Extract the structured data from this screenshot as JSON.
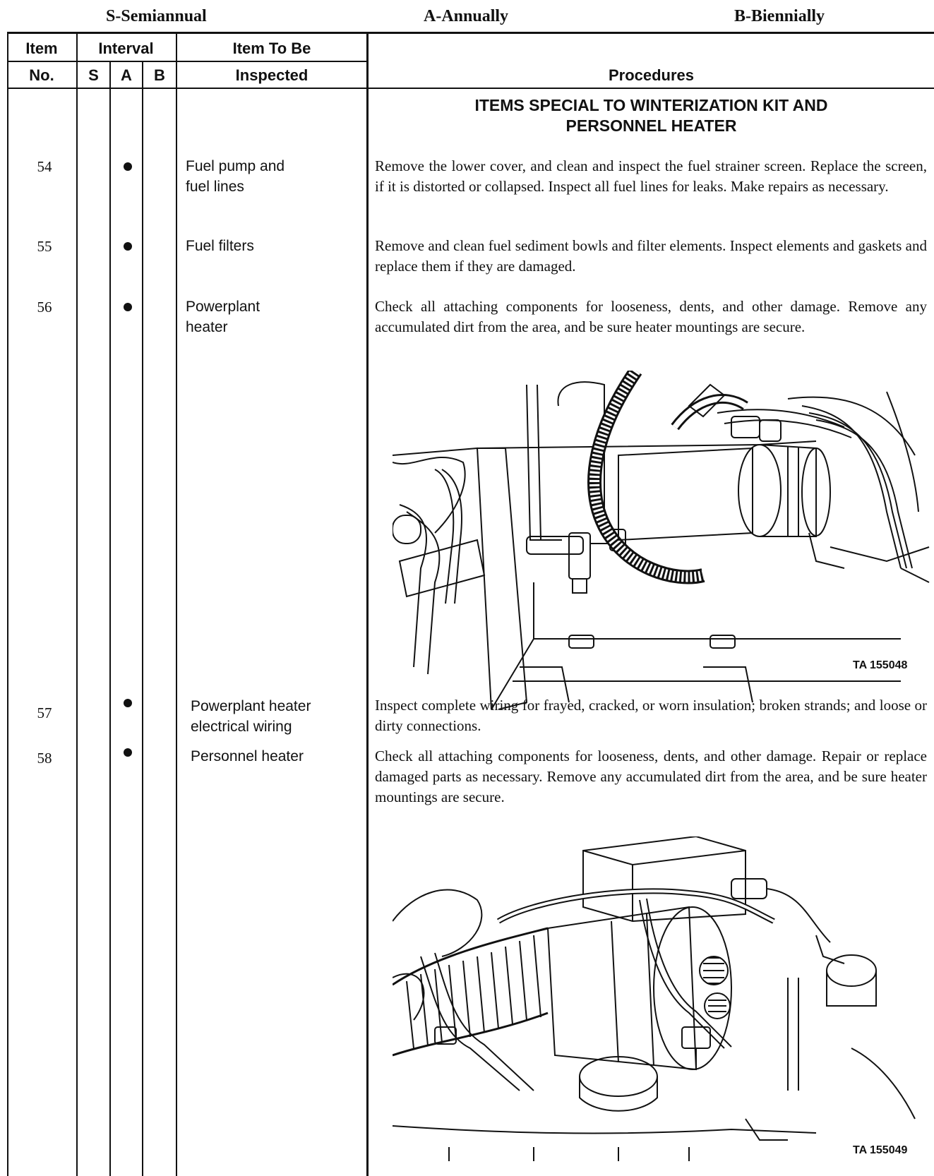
{
  "legend": {
    "semiannual": "S-Semiannual",
    "annually": "A-Annually",
    "biennially": "B-Biennially"
  },
  "table_header": {
    "item_line1": "Item",
    "item_line2": "No.",
    "interval": "Interval",
    "interval_s": "S",
    "interval_a": "A",
    "interval_b": "B",
    "inspected_line1": "Item To Be",
    "inspected_line2": "Inspected",
    "procedures": "Procedures"
  },
  "section_title_line1": "ITEMS SPECIAL TO WINTERIZATION KIT AND",
  "section_title_line2": "PERSONNEL HEATER",
  "rows": [
    {
      "no": "54",
      "name_line1": "Fuel pump and",
      "name_line2": "fuel lines",
      "procedure": "Remove the lower cover, and clean and inspect the fuel strainer screen. Replace the screen, if it is distorted or collapsed. Inspect all fuel lines for leaks. Make repairs as necessary."
    },
    {
      "no": "55",
      "name_line1": "Fuel filters",
      "name_line2": "",
      "procedure": "Remove and clean fuel sediment bowls and filter elements. Inspect elements and gaskets and replace them if they are damaged."
    },
    {
      "no": "56",
      "name_line1": "Powerplant",
      "name_line2": "heater",
      "procedure": "Check all attaching components for looseness, dents, and other damage. Remove any accumulated dirt from the area, and be sure heater mountings are secure."
    },
    {
      "no": "57",
      "name_line1": "Powerplant heater",
      "name_line2": "electrical wiring",
      "procedure": "Inspect complete wiring for frayed, cracked, or worn insulation; broken strands; and loose or dirty connections."
    },
    {
      "no": "58",
      "name_line1": "Personnel heater",
      "name_line2": "",
      "procedure": "Check all attaching components for looseness, dents, and other damage. Repair or replace damaged parts as necessary. Remove any accumulated dirt from the area, and be sure heater mountings are secure."
    }
  ],
  "figures": {
    "fig1_label": "TA 155048",
    "fig2_label": "TA 155049"
  }
}
